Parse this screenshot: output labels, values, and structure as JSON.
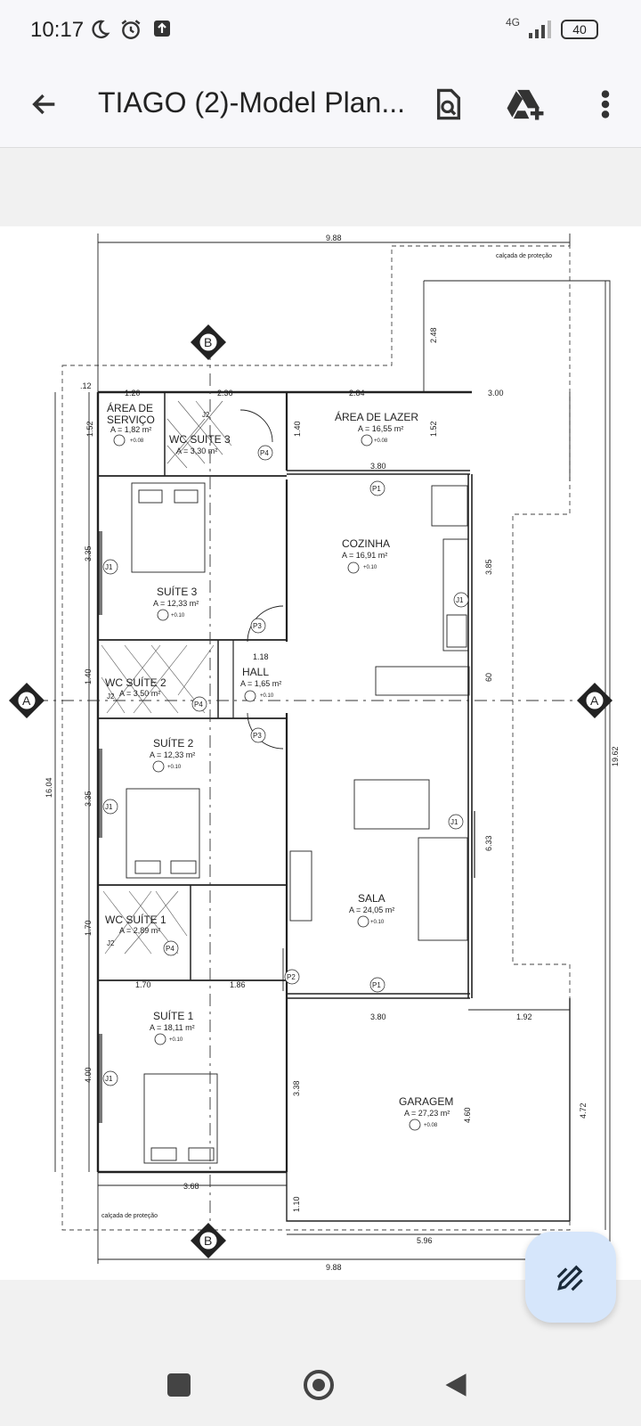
{
  "status": {
    "time": "10:17",
    "network": "4G",
    "battery": "40"
  },
  "app_bar": {
    "title": "TIAGO (2)-Model Plan..."
  },
  "plan": {
    "dims": {
      "top_total": "9.88",
      "bottom_total": "9.88",
      "right_total": "19.62",
      "left_total": "16.04",
      "d120": "1.20",
      "d236": "2.36",
      "d284": "2.84",
      "d300": "3.00",
      "d248": "2.48",
      "d152a": "1.52",
      "d152b": "1.52",
      "d140a": "1.40",
      "d380a": "3.80",
      "d380b": "3.80",
      "d335a": "3.35",
      "d140b": "1.40",
      "d335b": "3.35",
      "d170v": "1.70",
      "d400": "4.00",
      "d385": "3.85",
      "d60": "60",
      "d633": "6.33",
      "d118": "1.18",
      "d170h": "1.70",
      "d186": "1.86",
      "d192": "1.92",
      "d460": "4.60",
      "d338": "3.38",
      "d472": "4.72",
      "d368": "3.68",
      "d110": "1.10",
      "d596": "5.96",
      "d12": ".12"
    },
    "calcada_top": "calçada de proteção",
    "calcada_bottom": "calçada de proteção",
    "section_A": "A",
    "section_B": "B",
    "rooms": {
      "area_servico_1": "ÁREA DE",
      "area_servico_2": "SERVIÇO",
      "area_servico_a": "A = 1,82 m²",
      "wc_suite3": "WC SUITE 3",
      "wc_suite3_a": "A = 3,30 m²",
      "area_lazer": "ÁREA DE LAZER",
      "area_lazer_a": "A = 16,55 m²",
      "cozinha": "COZINHA",
      "cozinha_a": "A = 16,91 m²",
      "suite3": "SUÍTE 3",
      "suite3_a": "A = 12,33 m²",
      "hall": "HALL",
      "hall_a": "A = 1,65 m²",
      "wc_suite2": "WC SUÍTE 2",
      "wc_suite2_a": "A = 3,50 m²",
      "suite2": "SUÍTE 2",
      "suite2_a": "A = 12,33 m²",
      "wc_suite1": "WC SUÍTE 1",
      "wc_suite1_a": "A = 2,89 m²",
      "sala": "SALA",
      "sala_a": "A = 24,05 m²",
      "suite1": "SUÍTE 1",
      "suite1_a": "A = 18,11 m²",
      "garagem": "GARAGEM",
      "garagem_a": "A = 27,23 m²"
    },
    "levels": {
      "l008": "+0.08",
      "l010": "+0.10"
    },
    "tags": {
      "p1": "P1",
      "p2": "P2",
      "p3": "P3",
      "p4": "P4",
      "j1": "J1",
      "j2": "J2"
    }
  }
}
